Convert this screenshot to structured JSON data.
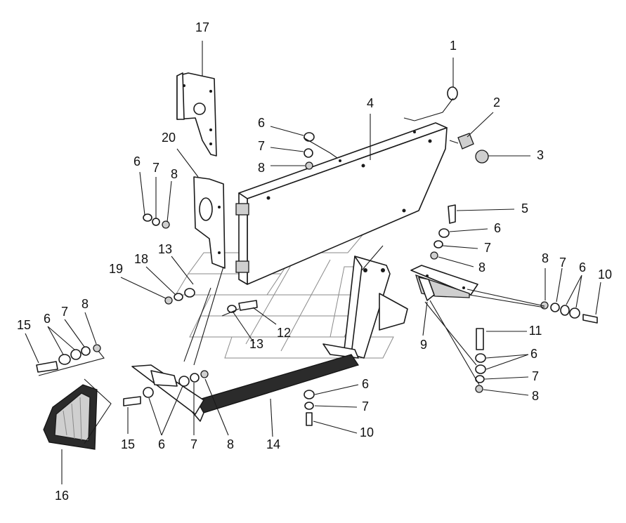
{
  "callouts": [
    {
      "id": "c1",
      "text": "1"
    },
    {
      "id": "c2",
      "text": "2"
    },
    {
      "id": "c3",
      "text": "3"
    },
    {
      "id": "c4",
      "text": "4"
    },
    {
      "id": "c5",
      "text": "5"
    },
    {
      "id": "c6a",
      "text": "6"
    },
    {
      "id": "c6b",
      "text": "6"
    },
    {
      "id": "c6c",
      "text": "6"
    },
    {
      "id": "c6d",
      "text": "6"
    },
    {
      "id": "c6e",
      "text": "6"
    },
    {
      "id": "c6f",
      "text": "6"
    },
    {
      "id": "c6g",
      "text": "6"
    },
    {
      "id": "c6h",
      "text": "6"
    },
    {
      "id": "c7a",
      "text": "7"
    },
    {
      "id": "c7b",
      "text": "7"
    },
    {
      "id": "c7c",
      "text": "7"
    },
    {
      "id": "c7d",
      "text": "7"
    },
    {
      "id": "c7e",
      "text": "7"
    },
    {
      "id": "c7f",
      "text": "7"
    },
    {
      "id": "c7g",
      "text": "7"
    },
    {
      "id": "c7h",
      "text": "7"
    },
    {
      "id": "c8a",
      "text": "8"
    },
    {
      "id": "c8b",
      "text": "8"
    },
    {
      "id": "c8c",
      "text": "8"
    },
    {
      "id": "c8d",
      "text": "8"
    },
    {
      "id": "c8e",
      "text": "8"
    },
    {
      "id": "c8f",
      "text": "8"
    },
    {
      "id": "c8g",
      "text": "8"
    },
    {
      "id": "c9",
      "text": "9"
    },
    {
      "id": "c10a",
      "text": "10"
    },
    {
      "id": "c10b",
      "text": "10"
    },
    {
      "id": "c11",
      "text": "11"
    },
    {
      "id": "c12",
      "text": "12"
    },
    {
      "id": "c13a",
      "text": "13"
    },
    {
      "id": "c13b",
      "text": "13"
    },
    {
      "id": "c14",
      "text": "14"
    },
    {
      "id": "c15a",
      "text": "15"
    },
    {
      "id": "c15b",
      "text": "15"
    },
    {
      "id": "c16",
      "text": "16"
    },
    {
      "id": "c17",
      "text": "17"
    },
    {
      "id": "c18",
      "text": "18"
    },
    {
      "id": "c19",
      "text": "19"
    },
    {
      "id": "c20",
      "text": "20"
    }
  ]
}
